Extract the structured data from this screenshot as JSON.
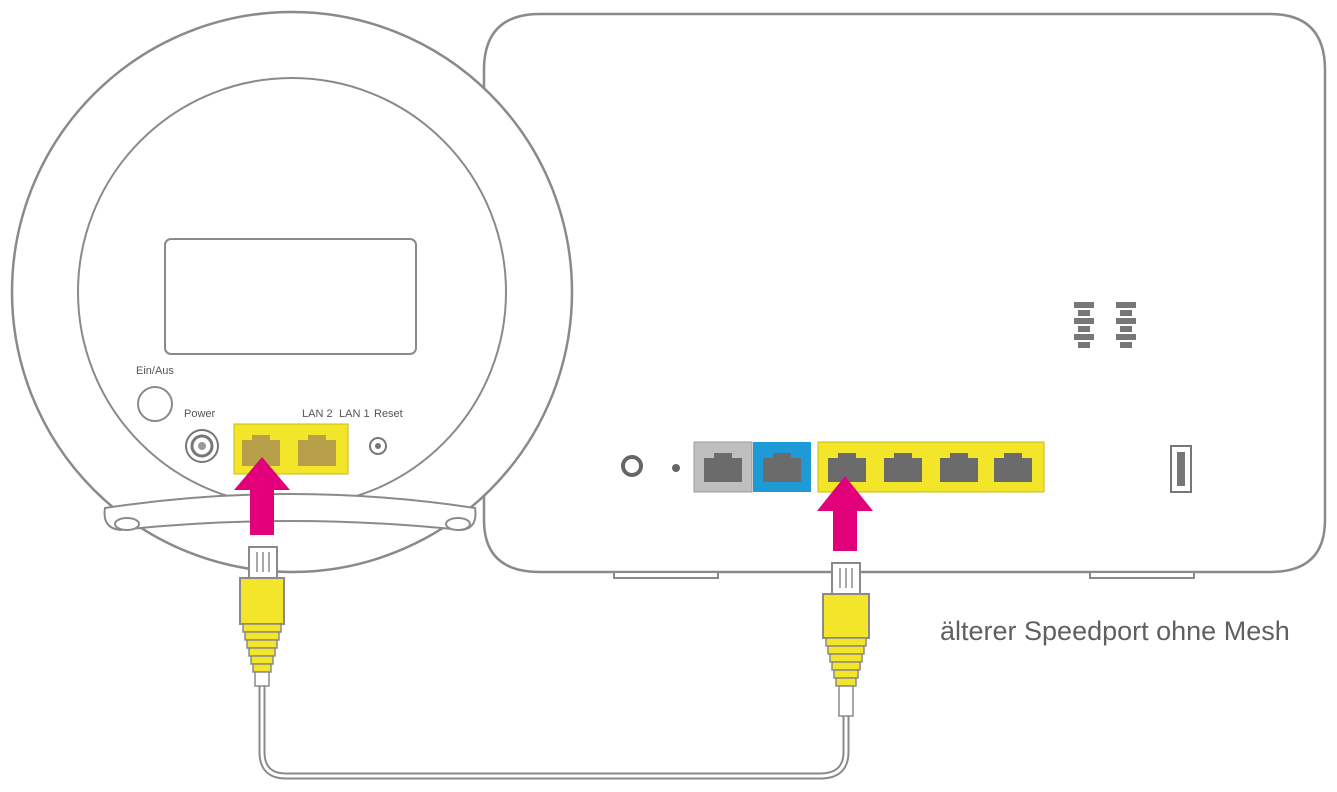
{
  "labels": {
    "on_off": "Ein/Aus",
    "power": "Power",
    "lan2": "LAN 2",
    "lan1": "LAN 1",
    "reset": "Reset",
    "caption": "älterer Speedport ohne Mesh"
  },
  "colors": {
    "line": "#8a8a8a",
    "lan_yellow": "#f2e52a",
    "arrow_magenta": "#e2007a",
    "wan_gray": "#bfbfbf",
    "dsl_blue": "#1e9ad6",
    "port_dark": "#6b6b6b",
    "cable_yellow": "#f2e52a"
  }
}
